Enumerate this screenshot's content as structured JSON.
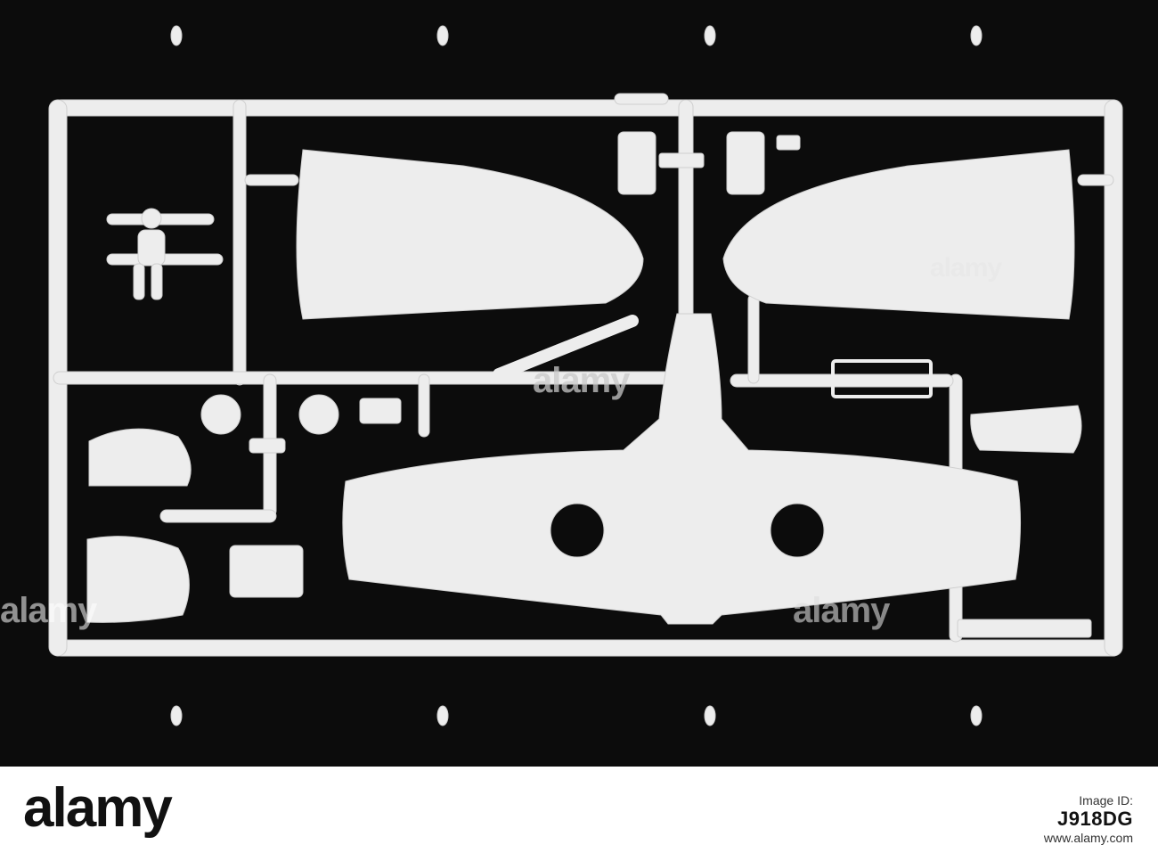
{
  "photo": {
    "subject": "plastic model aircraft kit sprue",
    "background_color": "#0c0c0c",
    "plastic_color": "#ededed",
    "watermark_text": "alamy"
  },
  "footer": {
    "logo": "alamy",
    "image_id_label": "Image ID:",
    "image_id": "J918DG",
    "site": "www.alamy.com"
  }
}
